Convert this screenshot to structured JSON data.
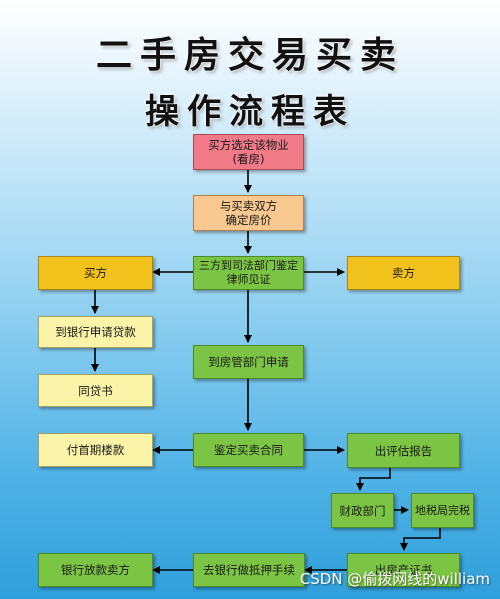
{
  "title": {
    "line1": "二手房交易买卖",
    "line2": "操作流程表"
  },
  "nodes": {
    "view_property": {
      "line1": "买方选定该物业",
      "line2": "(看房)"
    },
    "confirm_price": {
      "line1": "与买卖双方",
      "line2": "确定房价"
    },
    "notarize": {
      "line1": "三方到司法部门鉴定",
      "line2": "律师见证"
    },
    "buyer": "买方",
    "seller": "卖方",
    "bank_loan_apply": "到银行申请贷款",
    "loan_approval": "同贷书",
    "housing_dept": "到房管部门申请",
    "down_payment": "付首期楼款",
    "sign_contract": "鉴定买卖合同",
    "valuation_report": "出评估报告",
    "finance_dept": "财政部门",
    "tax_bureau": "地税局完税",
    "issue_certificate": "出房产证书",
    "mortgage": "去银行做抵押手续",
    "bank_disburse": "银行放款卖方"
  },
  "watermark": "CSDN @偷拨网线的william",
  "colors": {
    "start": "#f07a88",
    "price": "#f8c890",
    "process": "#7cc444",
    "party": "#f2c21c",
    "buyer_step": "#fbf3a8"
  }
}
